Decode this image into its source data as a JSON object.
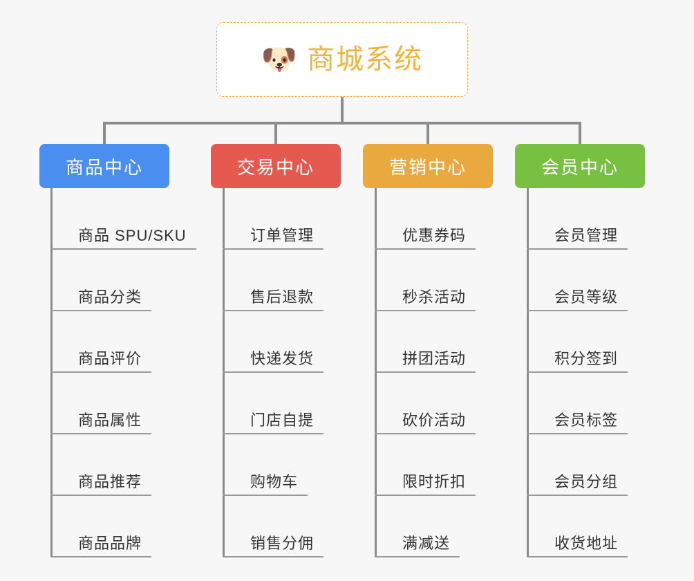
{
  "page": {
    "background_color": "#f7f7f7",
    "title": "商城系统"
  },
  "root": {
    "label": "商城系统",
    "icon": "dog-face-icon",
    "emoji": "🐶",
    "text_color": "#f2b43c",
    "border_color": "#f0ad4e",
    "background_color": "#ffffff"
  },
  "connectors": {
    "color": "#8c8c8c"
  },
  "branches": [
    {
      "id": "product-center",
      "label": "商品中心",
      "color": "#4a8ef0",
      "text_color": "#ffffff",
      "items": [
        "商品 SPU/SKU",
        "商品分类",
        "商品评价",
        "商品属性",
        "商品推荐",
        "商品品牌"
      ]
    },
    {
      "id": "trade-center",
      "label": "交易中心",
      "color": "#e6594f",
      "text_color": "#ffffff",
      "items": [
        "订单管理",
        "售后退款",
        "快递发货",
        "门店自提",
        "购物车",
        "销售分佣"
      ]
    },
    {
      "id": "marketing-center",
      "label": "营销中心",
      "color": "#eaa93e",
      "text_color": "#ffffff",
      "items": [
        "优惠券码",
        "秒杀活动",
        "拼团活动",
        "砍价活动",
        "限时折扣",
        "满减送"
      ]
    },
    {
      "id": "member-center",
      "label": "会员中心",
      "color": "#78c042",
      "text_color": "#ffffff",
      "items": [
        "会员管理",
        "会员等级",
        "积分签到",
        "会员标签",
        "会员分组",
        "收货地址"
      ]
    }
  ]
}
